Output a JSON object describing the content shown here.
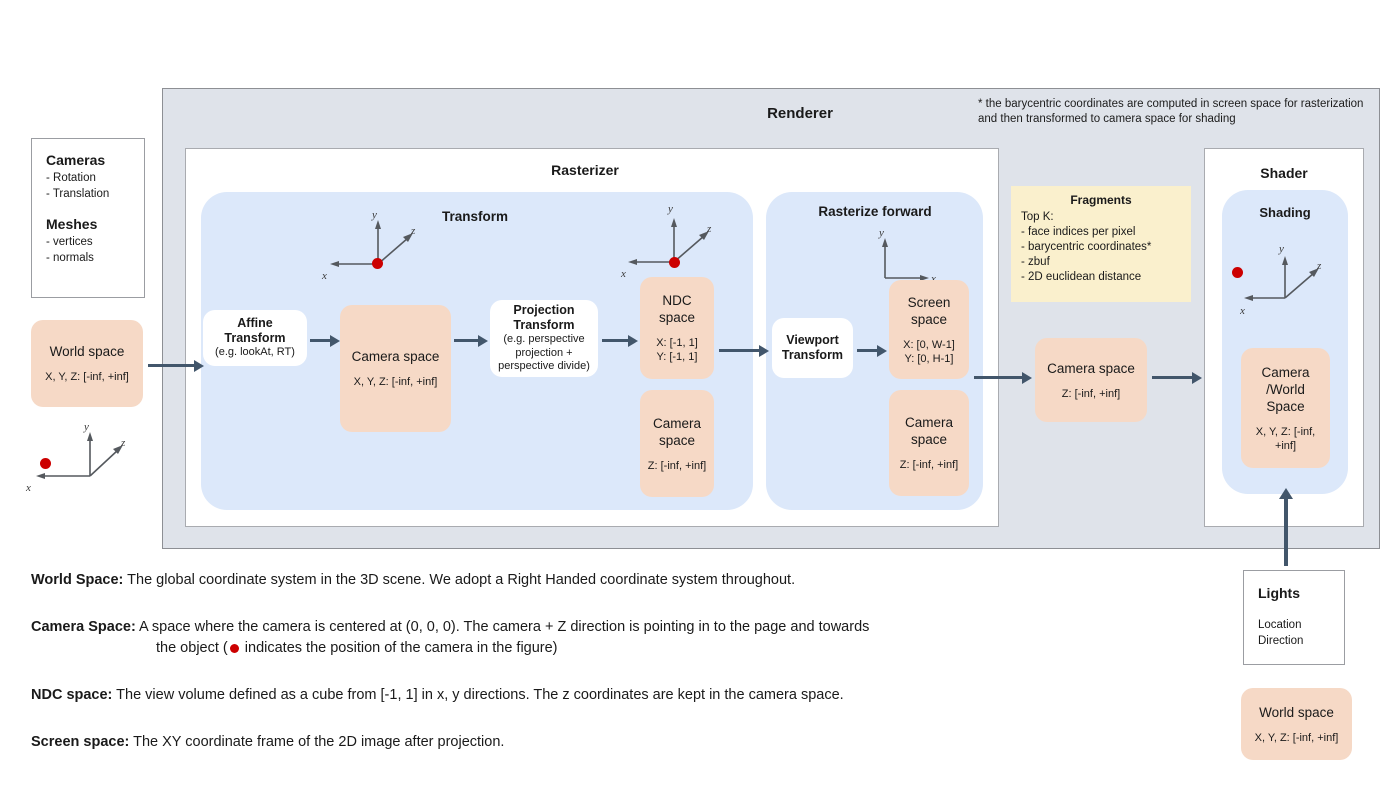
{
  "renderer": {
    "title": "Renderer",
    "footnote": "* the barycentric coordinates are computed in screen space for rasterization and then transformed to camera space for shading"
  },
  "sidebar": {
    "cameras": {
      "heading": "Cameras",
      "items": [
        "- Rotation",
        "- Translation"
      ]
    },
    "meshes": {
      "heading": "Meshes",
      "items": [
        "- vertices",
        "- normals"
      ]
    },
    "world_space": {
      "title": "World space",
      "range": "X, Y, Z: [-inf, +inf]"
    }
  },
  "rasterizer": {
    "title": "Rasterizer",
    "transform": {
      "title": "Transform",
      "affine": {
        "title": "Affine\nTransform",
        "sub": "(e.g. lookAt, RT)"
      },
      "camera_space": {
        "title": "Camera space",
        "range": "X, Y, Z: [-inf, +inf]"
      },
      "projection": {
        "title": "Projection\nTransform",
        "sub": "(e.g. perspective\nprojection +\nperspective divide)"
      },
      "ndc_space": {
        "title": "NDC\nspace",
        "range": "X: [-1, 1]\nY: [-1, 1]"
      },
      "camera_space_z": {
        "title": "Camera\nspace",
        "range": "Z: [-inf, +inf]"
      }
    },
    "rasterize_forward": {
      "title": "Rasterize forward",
      "viewport": {
        "title": "Viewport\nTransform"
      },
      "screen_space": {
        "title": "Screen\nspace",
        "range": "X: [0, W-1]\nY: [0,  H-1]"
      },
      "camera_space_z": {
        "title": "Camera\nspace",
        "range": "Z: [-inf, +inf]"
      }
    }
  },
  "fragments": {
    "title": "Fragments",
    "lead": "Top K:",
    "items": [
      "- face indices per pixel",
      "- barycentric coordinates*",
      "- zbuf",
      "- 2D euclidean distance"
    ]
  },
  "post_raster": {
    "camera_space": {
      "title": "Camera space",
      "range": "Z: [-inf, +inf]"
    }
  },
  "shader": {
    "title": "Shader",
    "shading": {
      "title": "Shading"
    },
    "camera_world_space": {
      "title": "Camera\n/World\nSpace",
      "range": "X, Y, Z: [-inf, +inf]"
    }
  },
  "lights": {
    "heading": "Lights",
    "items": [
      "Location",
      "Direction"
    ],
    "world_space": {
      "title": "World space",
      "range": "X, Y, Z: [-inf, +inf]"
    }
  },
  "axes": {
    "x": "x",
    "y": "y",
    "z": "z"
  },
  "descriptions": [
    {
      "term": "World Space:",
      "text": "The global coordinate system in the 3D scene. We adopt a Right Handed coordinate system throughout."
    },
    {
      "term": "Camera Space:",
      "text": "A space where the camera is centered at (0, 0, 0). The camera + Z direction is pointing in to the page and towards",
      "indent_pre": "the object (",
      "indent_post": " indicates the position of the camera in the figure)"
    },
    {
      "term": "NDC space:",
      "text": "The view volume defined as a cube from [-1, 1] in x, y directions. The z coordinates are kept in the camera space."
    },
    {
      "term": "Screen space:",
      "text": "The XY coordinate frame of the 2D image after projection."
    }
  ],
  "colors": {
    "renderer_bg": "#dfe3ea",
    "stage_blue": "#dce8fa",
    "peach": "#f6d9c6",
    "fragments_yellow": "#faf0cd",
    "arrow": "#42566b",
    "camera_dot": "#cc0000"
  }
}
